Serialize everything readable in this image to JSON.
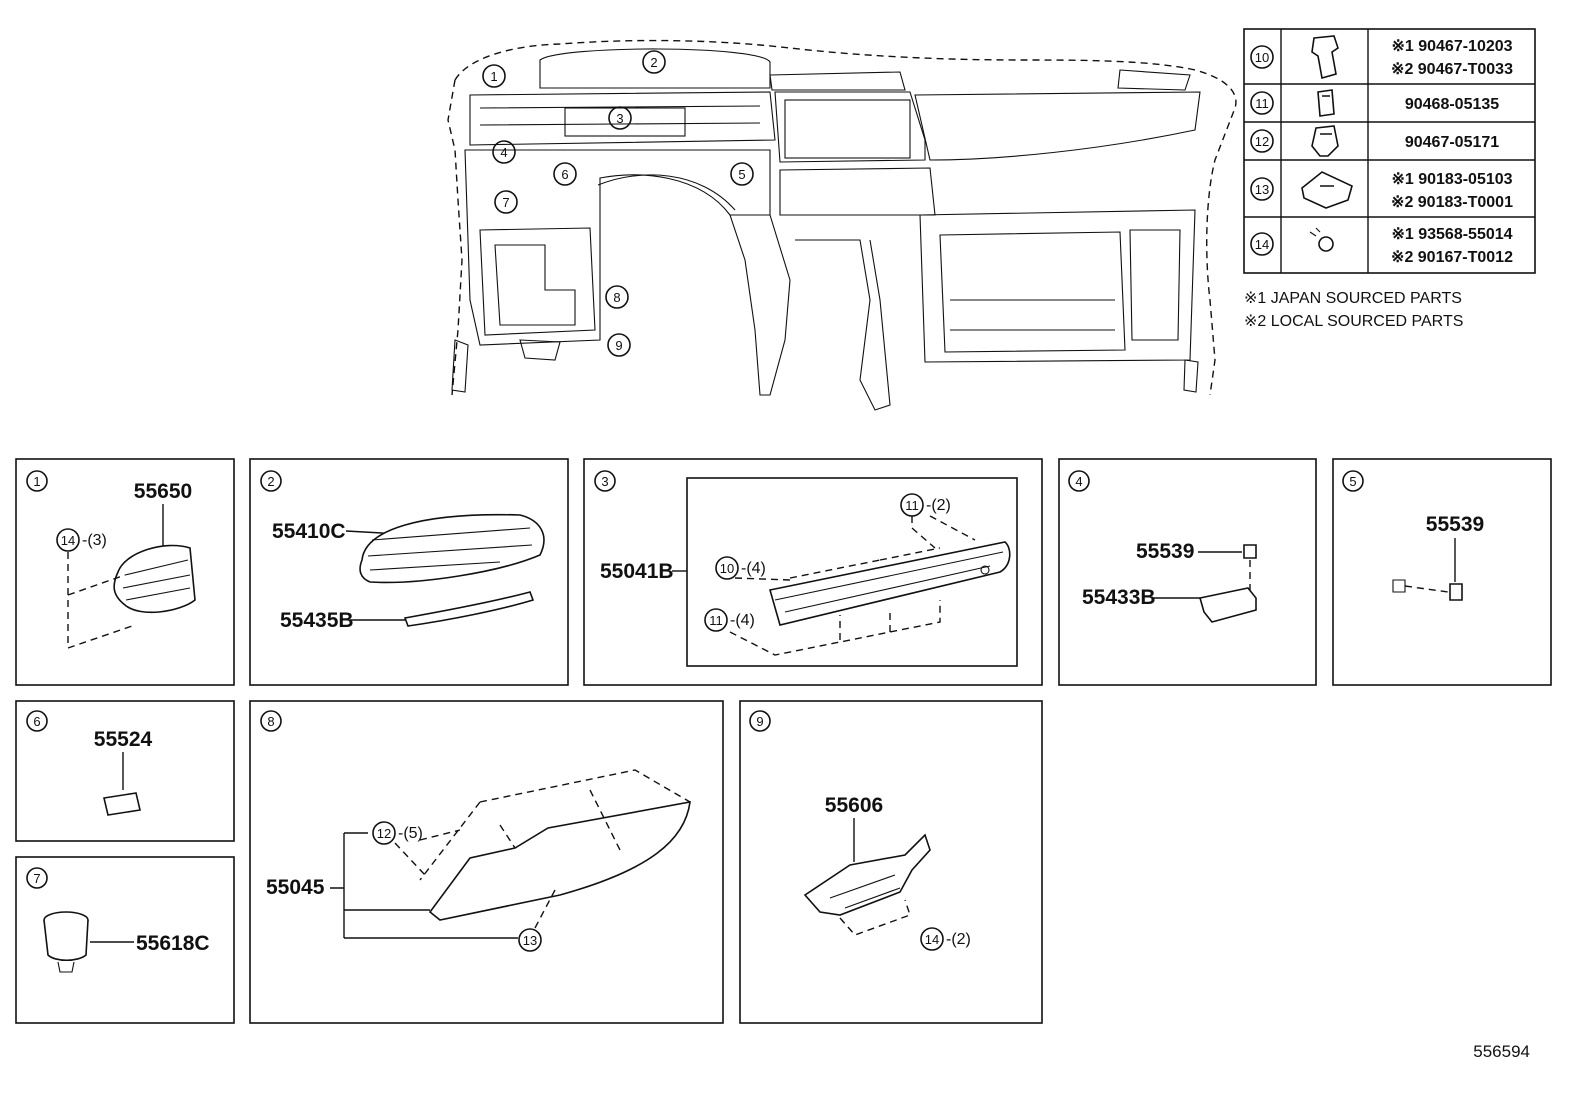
{
  "diagram_id": "556594",
  "table": {
    "rows": [
      {
        "ref": "10",
        "lines": [
          "※1 90467-10203",
          "※2 90467-T0033"
        ]
      },
      {
        "ref": "11",
        "lines": [
          "90468-05135"
        ]
      },
      {
        "ref": "12",
        "lines": [
          "90467-05171"
        ]
      },
      {
        "ref": "13",
        "lines": [
          "※1 90183-05103",
          "※2 90183-T0001"
        ]
      },
      {
        "ref": "14",
        "lines": [
          "※1 93568-55014",
          "※2 90167-T0012"
        ]
      }
    ],
    "notes": [
      "※1 JAPAN SOURCED PARTS",
      "※2 LOCAL SOURCED PARTS"
    ]
  },
  "overview_callouts": [
    "1",
    "2",
    "3",
    "4",
    "5",
    "6",
    "7",
    "8",
    "9"
  ],
  "panels": {
    "p1": {
      "num": "1",
      "part": "55650",
      "fastener": "14",
      "qty": "-(3)"
    },
    "p2": {
      "num": "2",
      "part_a": "55410C",
      "part_b": "55435B"
    },
    "p3": {
      "num": "3",
      "part": "55041B",
      "f1": "11",
      "q1": "-(2)",
      "f2": "10",
      "q2": "-(4)",
      "f3": "11",
      "q3": "-(4)"
    },
    "p4": {
      "num": "4",
      "part_a": "55539",
      "part_b": "55433B"
    },
    "p5": {
      "num": "5",
      "part": "55539"
    },
    "p6": {
      "num": "6",
      "part": "55524"
    },
    "p7": {
      "num": "7",
      "part": "55618C"
    },
    "p8": {
      "num": "8",
      "part": "55045",
      "f1": "12",
      "q1": "-(5)",
      "f2": "13"
    },
    "p9": {
      "num": "9",
      "part": "55606",
      "f1": "14",
      "q1": "-(2)"
    }
  }
}
